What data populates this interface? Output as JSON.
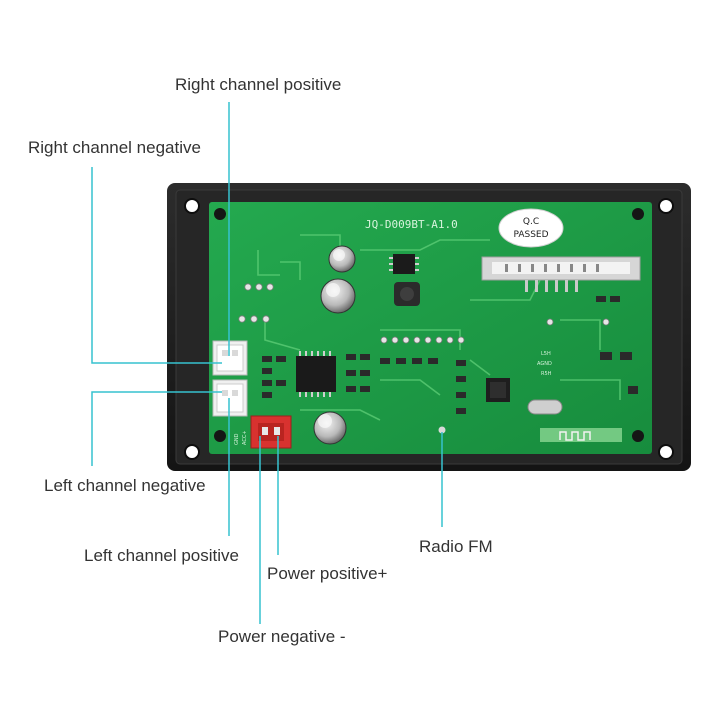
{
  "labels": {
    "right_pos": "Right channel positive",
    "right_neg": "Right channel negative",
    "left_neg": "Left channel negative",
    "left_pos": "Left channel positive",
    "power_pos": "Power positive+",
    "power_neg": "Power negative -",
    "radio": "Radio FM"
  },
  "board": {
    "model": "JQ-D009BT-A1.0",
    "qc_line1": "Q.C",
    "qc_line2": "PASSED",
    "silk_gnd": "GND",
    "silk_acc": "ACC+",
    "silk_l5h": "L5H",
    "silk_agnd": "AGND",
    "silk_r5h": "R5H"
  },
  "colors": {
    "leader": "#36c2cf",
    "pcb": "#1fa04a",
    "pcb_dark": "#168a3b",
    "frame": "#1d1d1d",
    "connector_white": "#eeeeee",
    "connector_red": "#d8322f",
    "label_text": "#333333"
  }
}
